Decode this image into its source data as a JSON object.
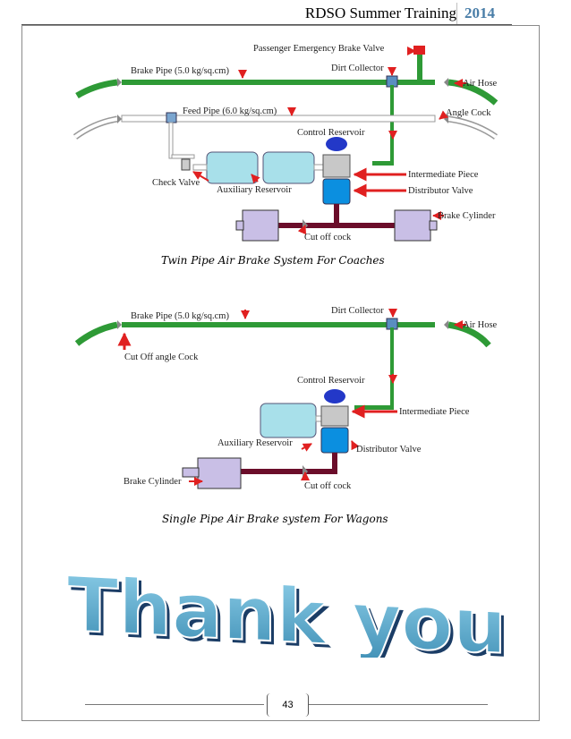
{
  "header": {
    "title": "RDSO Summer Training",
    "year": "2014"
  },
  "figure1": {
    "labels": {
      "passenger_brake_valve": "Passenger Emergency Brake Valve",
      "brake_pipe": "Brake Pipe (5.0 kg/sq.cm)",
      "dirt_collector": "Dirt Collector",
      "air_hose": "Air Hose",
      "feed_pipe": "Feed Pipe (6.0 kg/sq.cm)",
      "angle_cock": "Angle Cock",
      "control_reservoir": "Control Reservoir",
      "check_valve": "Check Valve",
      "intermediate_piece": "Intermediate Piece",
      "auxiliary_reservoir": "Auxiliary Reservoir",
      "distributor_valve": "Distributor Valve",
      "brake_cylinder": "Brake Cylinder",
      "cut_off_cock": "Cut off cock"
    },
    "caption": "Twin Pipe Air Brake System For Coaches"
  },
  "figure2": {
    "labels": {
      "brake_pipe": "Brake Pipe (5.0 kg/sq.cm)",
      "dirt_collector": "Dirt Collector",
      "air_hose": "Air Hose",
      "cut_off_angle_cock": "Cut Off angle Cock",
      "control_reservoir": "Control Reservoir",
      "intermediate_piece": "Intermediate Piece",
      "auxiliary_reservoir": "Auxiliary Reservoir",
      "distributor_valve": "Distributor Valve",
      "brake_cylinder": "Brake Cylinder",
      "cut_off_cock": "Cut off cock"
    },
    "caption": "Single Pipe Air Brake system For Wagons"
  },
  "thank_you": "Thank you",
  "footer": {
    "page_number": "43"
  },
  "colors": {
    "pipe_green": "#2e9a36",
    "reservoir_cyan": "#a8e0ea",
    "distributor_blue": "#0b8fe0",
    "control_reservoir_blue": "#2338c8",
    "cylinder_lilac": "#c9bfe6",
    "cylinder_pipe": "#6b0d2a",
    "arrow_red": "#e02020",
    "thankyou_blue": "#5fa7c6"
  }
}
